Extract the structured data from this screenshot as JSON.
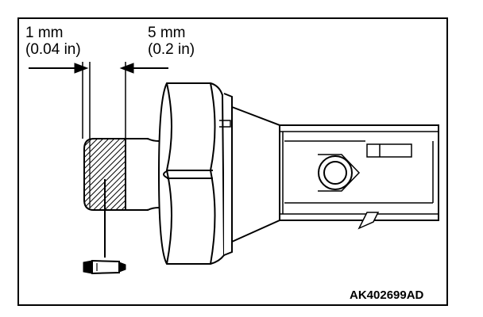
{
  "dimensions": {
    "left": {
      "metric": "1 mm",
      "imperial": "(0.04 in)"
    },
    "right": {
      "metric": "5 mm",
      "imperial": "(0.2 in)"
    }
  },
  "reference_code": "AK402699AD",
  "colors": {
    "line": "#000000",
    "background": "#ffffff"
  },
  "icons": {
    "sealant": "sealant-tube-icon"
  }
}
